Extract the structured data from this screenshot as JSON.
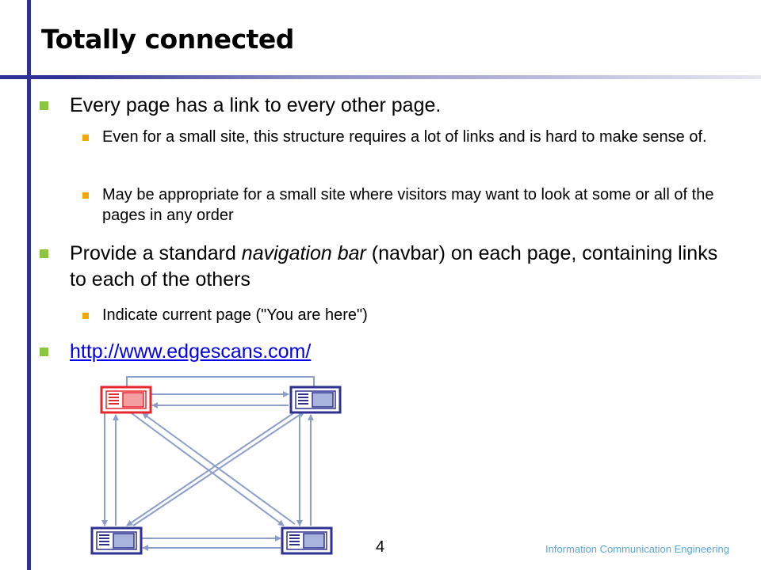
{
  "slide": {
    "title": "Totally connected",
    "bullets": {
      "b1": "Every page has a link to every other page.",
      "b1_sub1": "Even for a small site, this structure requires a lot of links and is hard to make sense of.",
      "b1_sub2": "May be appropriate for a small site where visitors may want to look at some or all of the pages in any order",
      "b2_pre": "Provide a standard ",
      "b2_em": "navigation bar",
      "b2_post": " (navbar) on each page, containing links to each of the others",
      "b2_sub1": "Indicate current page (\"You are here\")",
      "b3_link": "http://www.edgescans.com/"
    },
    "page_number": "4",
    "footer": "Information Communication Engineering"
  },
  "colors": {
    "bar": "#2e3192",
    "bullet_l1": "#8cc63f",
    "bullet_l2": "#f7a600",
    "current_page": "#e8262d",
    "page_node": "#2e3192",
    "connector": "#8b9ecb",
    "footer_text": "#5ba6d6"
  },
  "diagram": {
    "nodes": [
      {
        "id": "top-left",
        "state": "current"
      },
      {
        "id": "top-right",
        "state": "normal"
      },
      {
        "id": "bottom-left",
        "state": "normal"
      },
      {
        "id": "bottom-right",
        "state": "normal"
      }
    ]
  }
}
